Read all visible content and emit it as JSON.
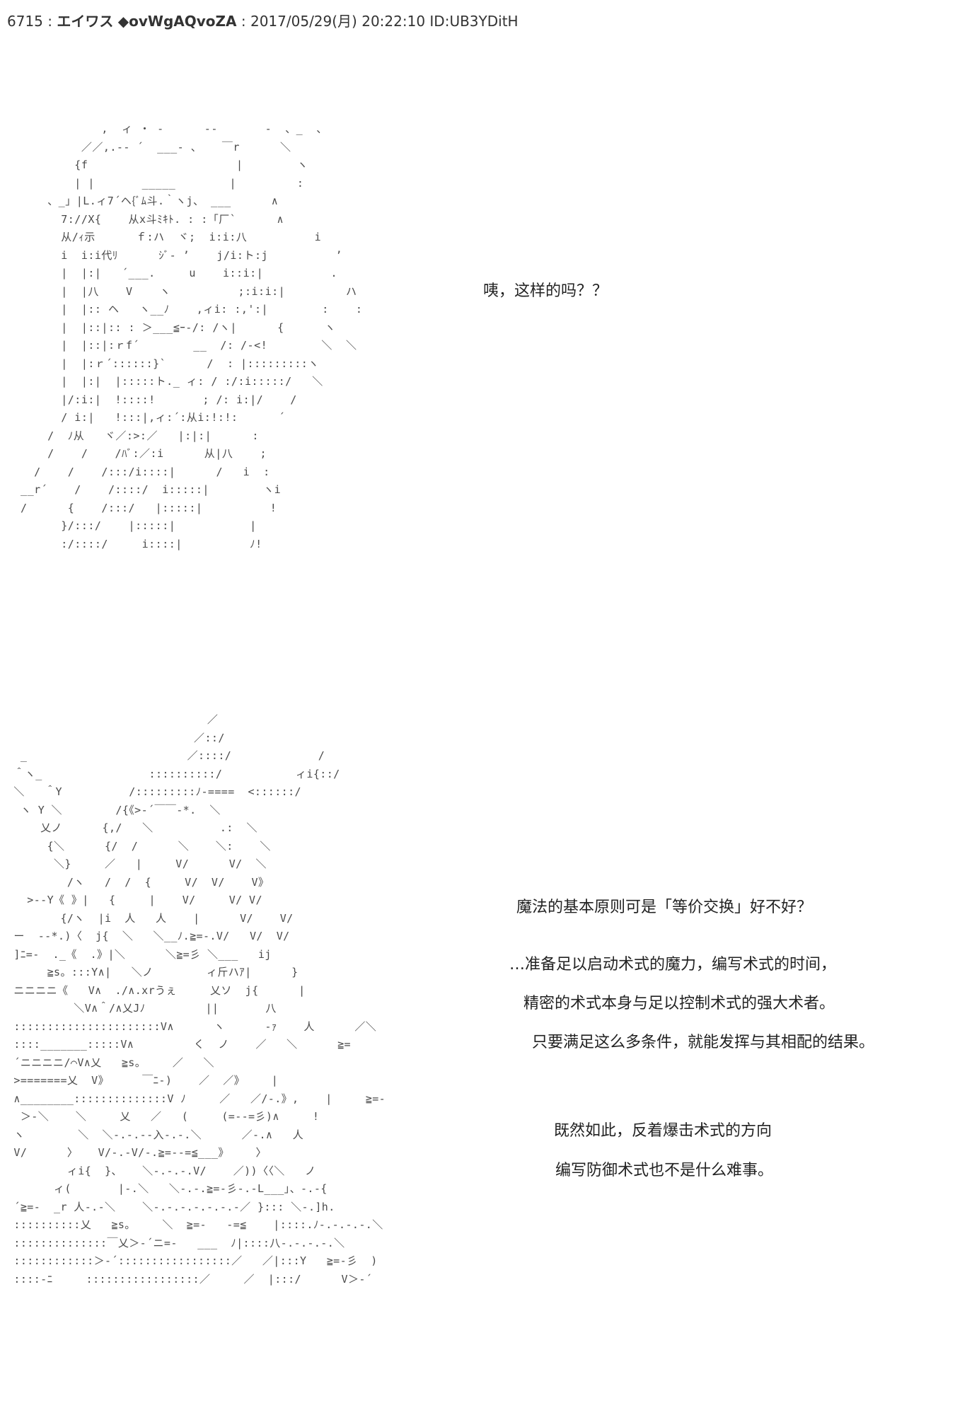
{
  "post": {
    "number": "6715",
    "name": "エイワス",
    "trip": "◆ovWgAQvoZA",
    "datetime": "2017/05/29(月) 20:22:10",
    "id": "ID:UB3YDitH"
  },
  "panel1": {
    "dialogue": [
      "咦，这样的吗？？"
    ],
    "art": "              ,  ィ ・ -      --       -  、_  、\n           ／／,.-‐ ´  ___‐ 、   ￣r      ＼\n          {f                      |        ヽ\n          | |       _____        |         :\n      、_」|L.ィ7´ヘ{ﾞﾑ斗.｀ヽj、 ___      ∧\n        7://X{    从x斗ﾐｷﾄ. : :「厂`      ∧\n        从/ｨ示      ｆ:ハ  ヾ;  i:i:八          i\n        i  i:i代ﾘ      ｼﾞ‐ ’    j/i:ト:j          ’\n        |  |:|   ´___.     u    i::i:|          .\n        |  |八    V    ヽ          ;:i:i:|         ハ\n        |  |:: ヘ   ヽ__ﾉ    ,ィi: :,':|        :    :\n        |  |::|:: : ＞___≦ｰ-/: /ヽ|      {      ヽ\n        |  |::|:ｒf´        __  /: /-<!        ＼  ＼\n        |  |:ｒ´::::::}`      /  : |:::::::::ヽ\n        |  |:|  |:::::ト._ ィ: / :/:i:::::/   ＼\n        |/:i:|  !::::!       ; /: i:|/    /\n        / i:|   !:::|,ィ:´:从i:!:!:      ´\n      /  ﾉ从   ヾ／:>:／   |:|:|      :\n      /    /    /ﾊﾞ:／:i      从|八    ;\n    /    /    /:::/i::::|      /   i  :\n  __r´    /    /::::/  i:::::|        ヽi\n  /      {    /:::/   |:::::|          !\n        }/:::/    |:::::|           |\n        :/::::/     i::::|          ﾉ!"
  },
  "panel2": {
    "dialogue": [
      "魔法的基本原则可是「等价交换」好不好？",
      "…准备足以启动术式的魔力，编写术式的时间，",
      "精密的术式本身与足以控制术式的强大术者。",
      "只要满足这么多条件，就能发挥与其相配的结果。",
      "既然如此，反着爆击术式的方向",
      "编写防御术式也不是什么难事。"
    ],
    "art": "                              ／\n                            ／::/\n  _                        ／::::/             /\n ＾ヽ_                ::::::::::/           ィi{::/\n ＼   ＾Y          /:::::::::ﾉ-====  <::::::/\n  ヽ Y ＼        /{《>‐´￣￣‐*.  ＼\n     乂ノ      {,/   ＼          .:  ＼\n      {＼      {/  /      ＼    ＼:    ＼\n       ＼}     ／   |     V/      V/  ＼\n         /ヽ   /  /  {     V/  V/    V》\n   >‐‐Y《 》|   {     |    V/     V/ V/\n        {/ヽ  |i  人   人    |      V/    V/\n ー  ‐‐*.)〈  j{  ＼   ＼__ﾉ.≧=-.V/   V/  V/\n ]ﾆ=-  ._《  .》|＼      ＼≧=彡 ＼___   ij\n      ≧s。:::Y∧|   ＼ノ        ィ斤ハｱ|      }\n ニニニニ《   V∧  ./∧.xrうぇ     乂ソ  j{      |\n          ＼V∧＾/∧乂Jﾉ         ||       八\n ::::::::::::::::::::::V∧      ヽ      -ｧ    人      ／＼\n ::::_______:::::V∧         く  ノ    ／   ＼      ≧=\n ´ニニニニ/⌒V∧乂   ≧s。    ／   ＼\n >=======乂  V》     ￣ﾆ-)    ／  ／》    |\n ∧________::::::::::::::V ﾉ     ／   ／/‐.》,    |     ≧=-\n  ＞‐＼    ＼     乂   ／   (     (=--=彡)∧     !\n ヽ        ＼  ＼‐.-.‐-入-.-.＼      ／‐.∧   人\n V/      〉   V/‐.-V/‐.≧=--=≦___》    〉\n         ィi{  }、   ＼‐.-.-.V/    ／))〈〈＼   ノ\n       ィ(       |-.＼   ＼-.-.≧=-彡-.-L___」、-.-{\n ´≧=-  _r 人-.-＼    ＼-.-.-.-.-.-.-／ }::: ＼-.]h.\n ::::::::::乂   ≧s。    ＼  ≧=-   -=≦    |::::.ﾉ-.-.-.-.＼\n ::::::::::::::￣乂＞‐´ニ=-   ___  ﾉ|::::八-.-.-.-.＼\n ::::::::::::＞‐´:::::::::::::::::／   ／|:::Y   ≧=-彡  )\n ::::-ﾆ     :::::::::::::::::／     ／  |:::/      V＞‐´"
  }
}
